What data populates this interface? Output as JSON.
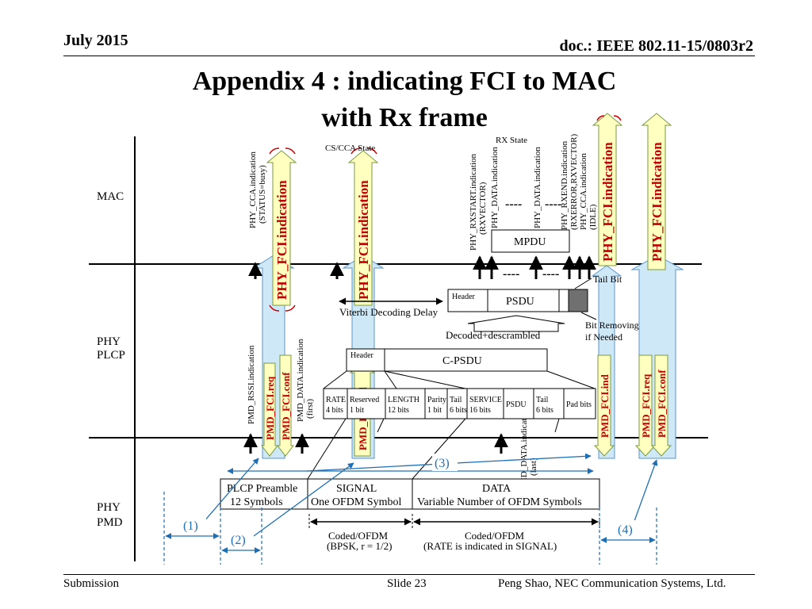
{
  "header": {
    "date": "July 2015",
    "doc": "doc.: IEEE 802.11-15/0803r2"
  },
  "title": {
    "line1": "Appendix 4 : indicating FCI to MAC",
    "line2": "with Rx frame"
  },
  "footer": {
    "left": "Submission",
    "center": "Slide 23",
    "right": "Peng Shao, NEC Communication Systems, Ltd."
  },
  "layers": {
    "mac": "MAC",
    "plcp_1": "PHY",
    "plcp_2": "PLCP",
    "pmd_1": "PHY",
    "pmd_2": "PMD"
  },
  "primitives": {
    "cca_busy_1": "PHY_CCA.indication",
    "cca_busy_2": "(STATUS=busy)",
    "cs_state": "CS/CCA State",
    "rx_state": "RX State",
    "rxstart_1": "PHY_RXSTART.indication",
    "rxstart_2": "(RXVECTOR)",
    "data_ind": "PHY_DATA.indication",
    "rxend_1": "PHY_RXEND.indication",
    "rxend_2": "(RXERROR,RXVECTOR)",
    "rxend_3": "PHY_CCA.indication",
    "rxend_4": "(IDLE)",
    "fci_ind": "PHY_FCI.indication",
    "pmd_rssi": "PMD_RSSI.indication",
    "pmd_data_first_1": "PMD_DATA.indication",
    "pmd_data_first_2": "(first)",
    "pmd_data_last_1": "PMD_DATA.indication",
    "pmd_data_last_2": "(last)",
    "pmd_fci_req": "PMD_FCI.req",
    "pmd_fci_conf": "PMD_FCI.conf",
    "pmd_fci_ind": "PMD_FCI.ind",
    "dots": "----"
  },
  "frame": {
    "mpdu": "MPDU",
    "header": "Header",
    "psdu": "PSDU",
    "tail_bit": "Tail Bit",
    "viterbi": "Viterbi Decoding Delay",
    "decoded": "Decoded+descrambled",
    "bit_removing_1": "Bit Removing",
    "bit_removing_2": "if Needed",
    "cpsdu": "C-PSDU",
    "fields": [
      {
        "l1": "RATE",
        "l2": "4 bits"
      },
      {
        "l1": "Reserved",
        "l2": "1 bit"
      },
      {
        "l1": "LENGTH",
        "l2": "12 bits"
      },
      {
        "l1": "Parity",
        "l2": "1 bit"
      },
      {
        "l1": "Tail",
        "l2": "6 bits"
      },
      {
        "l1": "SERVICE",
        "l2": "16 bits"
      },
      {
        "l1": "PSDU",
        "l2": ""
      },
      {
        "l1": "Tail",
        "l2": "6 bits"
      },
      {
        "l1": "Pad bits",
        "l2": ""
      }
    ],
    "preamble_1": "PLCP Preamble",
    "preamble_2": "12 Symbols",
    "signal_1": "SIGNAL",
    "signal_2": "One OFDM Symbol",
    "data_1": "DATA",
    "data_2": "Variable Number of OFDM Symbols",
    "coded_1_a": "Coded/OFDM",
    "coded_1_b": "(BPSK, r = 1/2)",
    "coded_2_a": "Coded/OFDM",
    "coded_2_b": "(RATE is indicated in SIGNAL)"
  },
  "callouts": [
    "(1)",
    "(2)",
    "(3)",
    "(4)"
  ],
  "colors": {
    "fci_text": "#c00000",
    "fci_fill": "#ffffc0",
    "band_fill": "#cfe8f8",
    "callout": "#1f6fb5",
    "bracket": "#d00000"
  }
}
